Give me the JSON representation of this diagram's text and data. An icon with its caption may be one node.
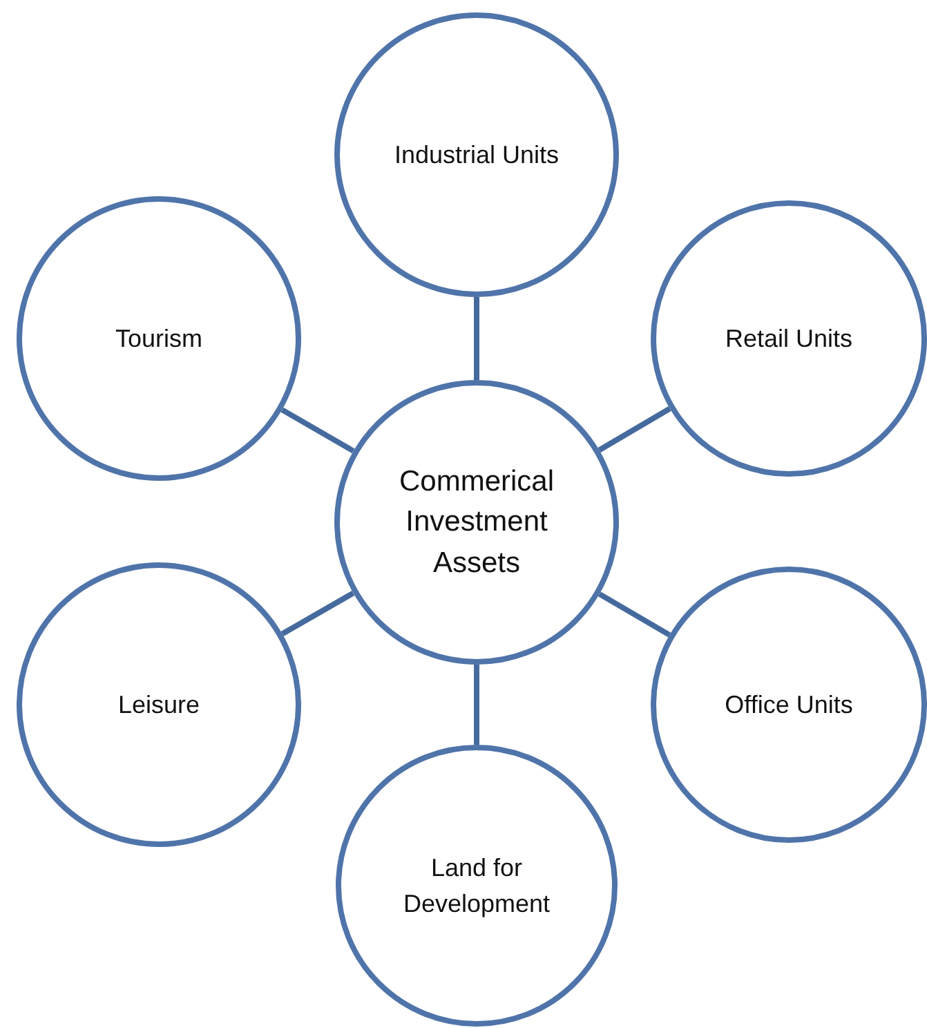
{
  "diagram": {
    "nodes": [
      {
        "text": [
          "Industrial Units"
        ]
      },
      {
        "text": [
          "Tourism"
        ]
      },
      {
        "text": [
          "Retail Units"
        ]
      },
      {
        "text": [
          "Commerical Investment Assets"
        ]
      },
      {
        "text": [
          "Leisure"
        ]
      },
      {
        "text": [
          "Office Units"
        ]
      },
      {
        "text": [
          "Land for Development"
        ]
      }
    ],
    "edges": [
      {
        "from": 3,
        "to": 0,
        "arrow": "none"
      },
      {
        "from": 3,
        "to": 2,
        "arrow": "none"
      },
      {
        "from": 3,
        "to": 5,
        "arrow": "none"
      },
      {
        "from": 3,
        "to": 6,
        "arrow": "none"
      },
      {
        "from": 3,
        "to": 4,
        "arrow": "none"
      },
      {
        "from": 3,
        "to": 1,
        "arrow": "none"
      }
    ]
  }
}
